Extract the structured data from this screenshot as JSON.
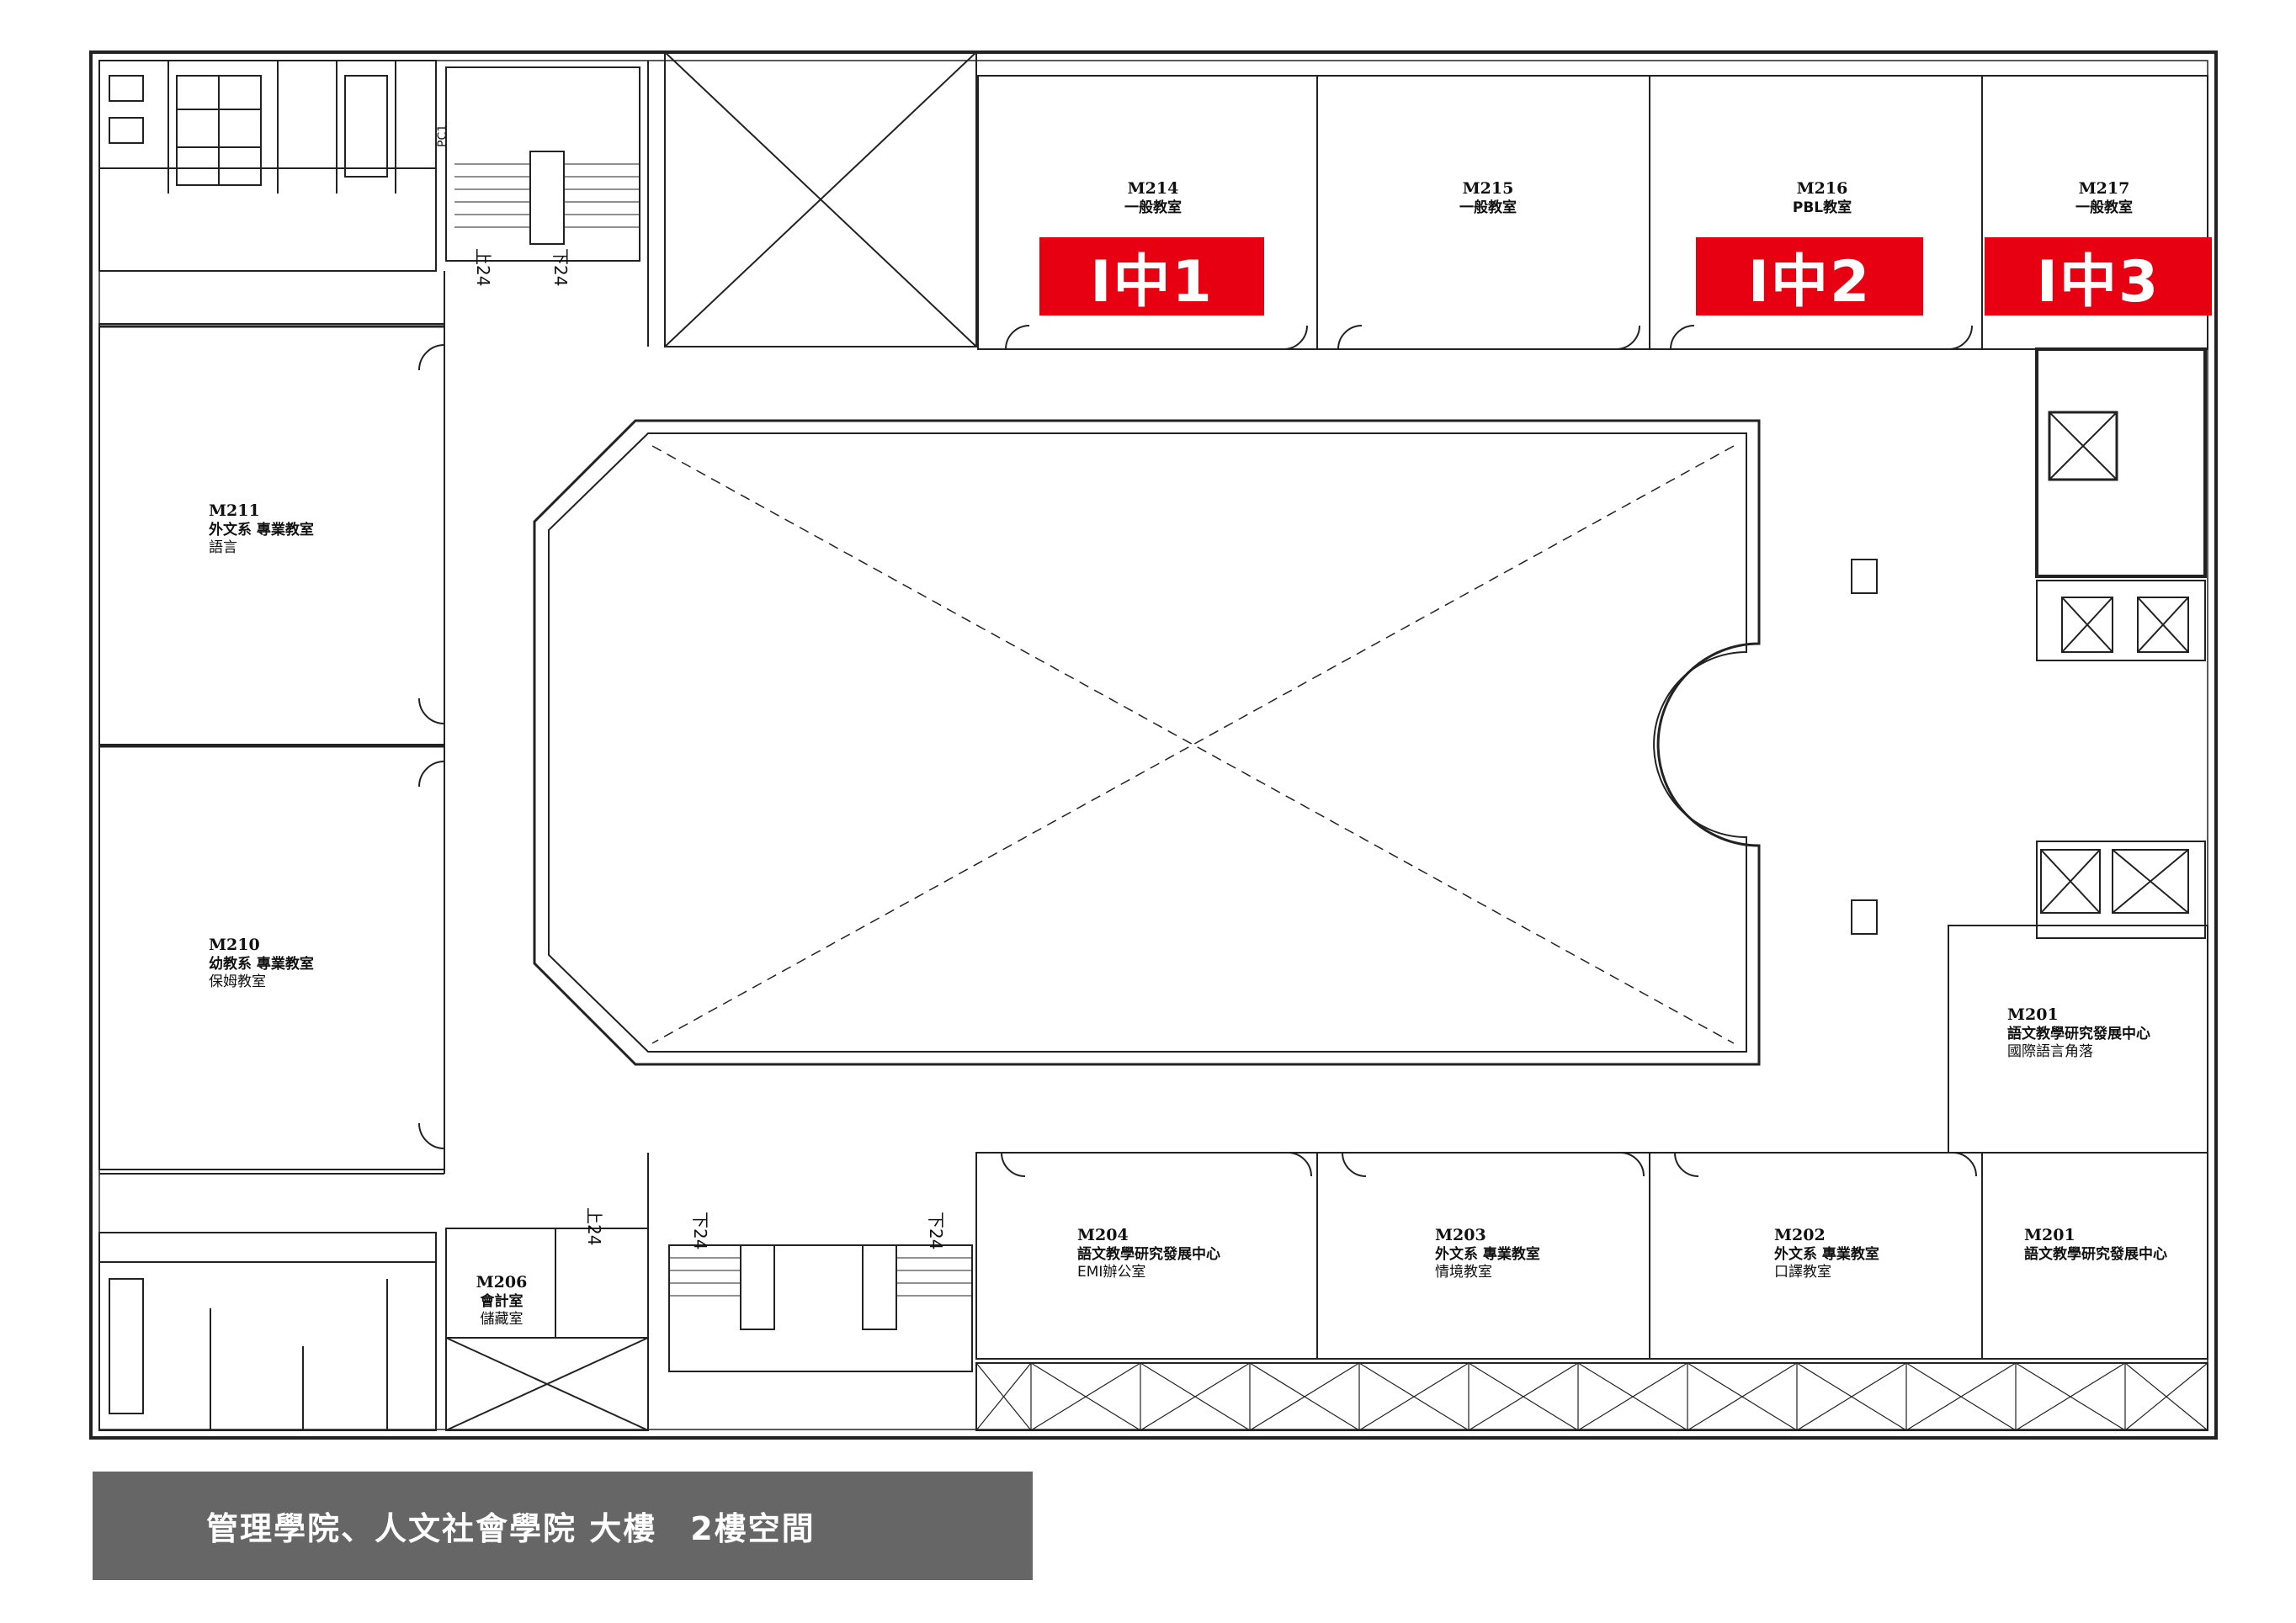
{
  "rooms": {
    "m214": {
      "code": "M214",
      "name": "一般教室"
    },
    "m215": {
      "code": "M215",
      "name": "一般教室"
    },
    "m216": {
      "code": "M216",
      "name": "PBL教室"
    },
    "m217": {
      "code": "M217",
      "name": "一般教室"
    },
    "m211": {
      "code": "M211",
      "name": "外文系 專業教室",
      "sub": "語言"
    },
    "m210": {
      "code": "M210",
      "name": "幼教系 專業教室",
      "sub": "保姆教室"
    },
    "m201a": {
      "code": "M201",
      "name": "語文教學研究發展中心",
      "sub": "國際語言角落"
    },
    "m204": {
      "code": "M204",
      "name": "語文教學研究發展中心",
      "sub": "EMI辦公室"
    },
    "m203": {
      "code": "M203",
      "name": "外文系 專業教室",
      "sub": "情境教室"
    },
    "m202": {
      "code": "M202",
      "name": "外文系 專業教室",
      "sub": "口譯教室"
    },
    "m201b": {
      "code": "M201",
      "name": "語文教學研究發展中心"
    },
    "m206": {
      "code": "M206",
      "name": "會計室",
      "sub": "儲藏室"
    }
  },
  "tags": {
    "t1": "I中1",
    "t2": "I中2",
    "t3": "I中3"
  },
  "stairs": {
    "s1": "上24",
    "s2": "下24",
    "s3": "上24",
    "s4": "下24",
    "s5": "下24",
    "pc": "PC1"
  },
  "footer": {
    "title": "管理學院、人文社會學院 大樓　2樓空間"
  },
  "colors": {
    "wall": "#222222",
    "tag": "#e60012",
    "banner": "#666666"
  }
}
